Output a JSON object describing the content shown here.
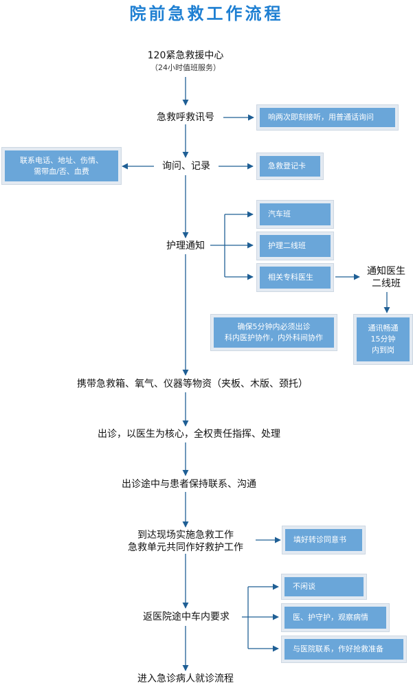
{
  "title": "院前急救工作流程",
  "main_steps": {
    "center": "120紧急救援中心",
    "center_sub": "（24小时值班服务）",
    "call": "急救呼救讯号",
    "inquire": "询问、记录",
    "notify": "护理通知",
    "carry": "携带急救箱、氧气、仪器等物资（夹板、木版、颈托）",
    "dispatch": "出诊，以医生为核心，全权责任指挥、处理",
    "contact": "出诊途中与患者保持联系、沟通",
    "arrive_1": "到达现场实施急救工作",
    "arrive_2": "急救单元共同作好救护工作",
    "return": "返医院途中车内要求",
    "end": "进入急诊病人就诊流程"
  },
  "side_boxes": {
    "call_note": "响两次即刻接听，用普通话询问",
    "record_card": "急救登记卡",
    "record_items_1": "联系电话、地址、伤情、",
    "record_items_2": "需带血/否、血费",
    "driver": "汽车班",
    "nurse": "护理二线班",
    "doctor": "相关专科医生",
    "notify_doctor_1": "通知医生",
    "notify_doctor_2": "二线班",
    "comm_1": "通讯畅通",
    "comm_2": "15分钟",
    "comm_3": "内到岗",
    "ensure_1": "确保5分钟内必须出诊",
    "ensure_2": "科内医护协作，内外科间协作",
    "consent": "填好转诊同意书",
    "no_chat": "不闲谈",
    "guard": "医、护守护，观察病情",
    "prepare": "与医院联系，作好抢救准备"
  },
  "colors": {
    "title": "#1e7fd2",
    "box_fill": "#6aa6d9",
    "box_border": "#e3eaf2",
    "arrow": "#1f5f95"
  }
}
